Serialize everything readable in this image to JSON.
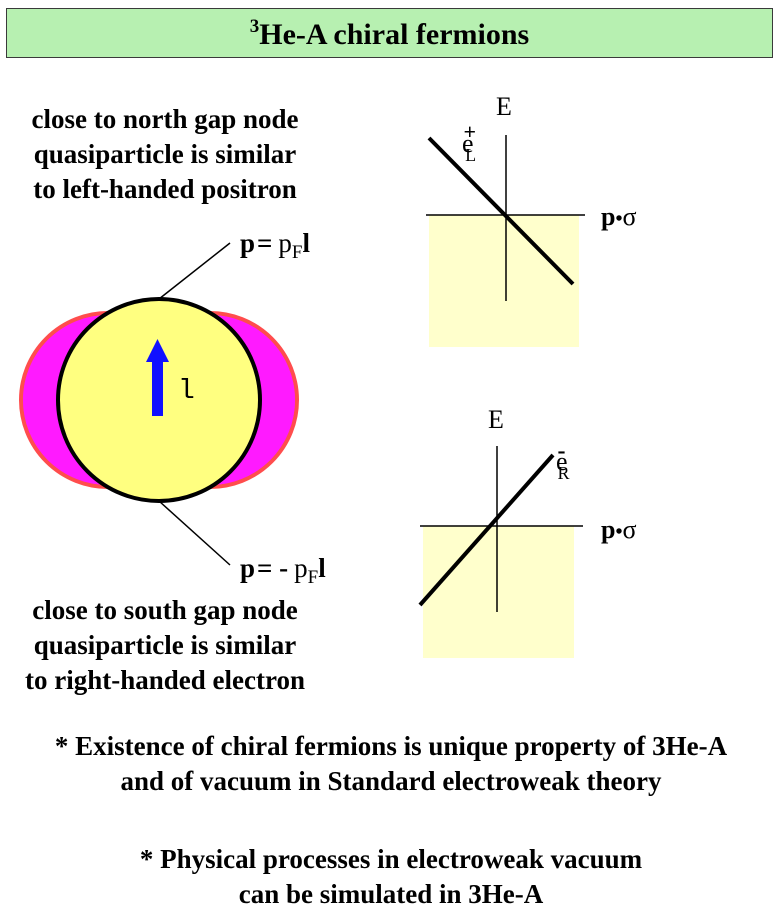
{
  "title": {
    "sup": "3",
    "text": "He-A chiral fermions"
  },
  "north_text": [
    "close to north gap node",
    "quasiparticle is similar",
    "to left-handed positron"
  ],
  "south_text": [
    "close to south gap node",
    "quasiparticle is similar",
    "to right-handed electron"
  ],
  "north_momentum": {
    "p": "p",
    "eq": "=",
    "pf": "p",
    "sub": "F",
    "l": "l"
  },
  "south_momentum": {
    "p": "p",
    "eq": "= -",
    "pf": "p",
    "sub": "F",
    "l": "l"
  },
  "l_vector_label": "l",
  "top_plot": {
    "y_axis": "E",
    "x_axis_p": "p",
    "x_axis_dot": "•",
    "x_axis_sigma": "σ",
    "particle": "e",
    "charge": "+",
    "handedness": "L"
  },
  "bottom_plot": {
    "y_axis": "E",
    "x_axis_p": "p",
    "x_axis_dot": "•",
    "x_axis_sigma": "σ",
    "particle": "e",
    "charge": "-",
    "handedness": "R"
  },
  "notes": [
    [
      "* Existence of chiral fermions is unique property of 3He-A",
      "and of vacuum in Standard electroweak theory"
    ],
    [
      "* Physical processes in electroweak vacuum",
      "can be simulated in 3He-A"
    ]
  ],
  "colors": {
    "title_bg": "#b7f0b1",
    "magenta": "#ff1aff",
    "magenta_outline": "#ff4d4d",
    "sphere": "#ffff80",
    "arrow": "#1010ff",
    "filled_sea": "#ffffcc"
  }
}
